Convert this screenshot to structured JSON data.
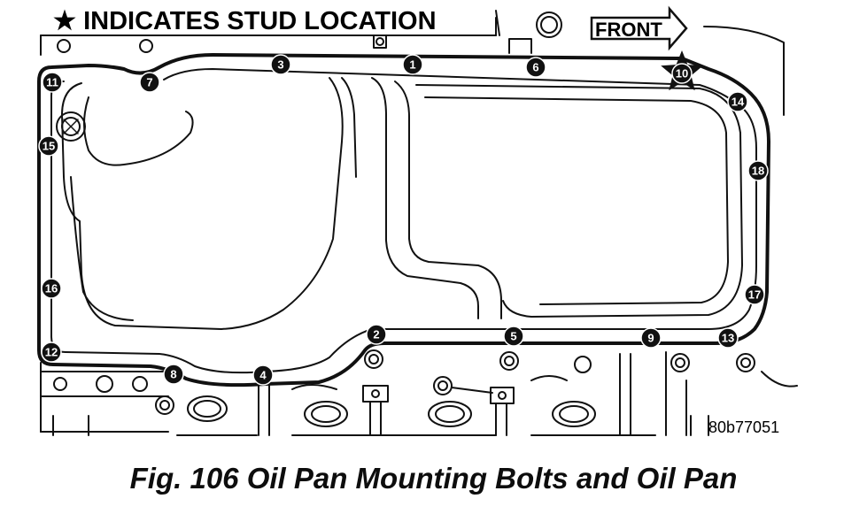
{
  "heading": {
    "star": "★",
    "text": "INDICATES STUD LOCATION"
  },
  "front_label": "FRONT",
  "figure_ref": "80b77051",
  "caption": "Fig. 106 Oil Pan Mounting Bolts and Oil Pan",
  "bolts": [
    {
      "number": "1",
      "stud": false
    },
    {
      "number": "2",
      "stud": false
    },
    {
      "number": "3",
      "stud": false
    },
    {
      "number": "4",
      "stud": false
    },
    {
      "number": "5",
      "stud": false
    },
    {
      "number": "6",
      "stud": false
    },
    {
      "number": "7",
      "stud": false
    },
    {
      "number": "8",
      "stud": false
    },
    {
      "number": "9",
      "stud": false
    },
    {
      "number": "10",
      "stud": true
    },
    {
      "number": "11",
      "stud": false
    },
    {
      "number": "12",
      "stud": false
    },
    {
      "number": "13",
      "stud": false
    },
    {
      "number": "14",
      "stud": false
    },
    {
      "number": "15",
      "stud": false
    },
    {
      "number": "16",
      "stud": false
    },
    {
      "number": "17",
      "stud": false
    },
    {
      "number": "18",
      "stud": false
    }
  ],
  "colors": {
    "ink": "#111111",
    "paper": "#ffffff"
  }
}
